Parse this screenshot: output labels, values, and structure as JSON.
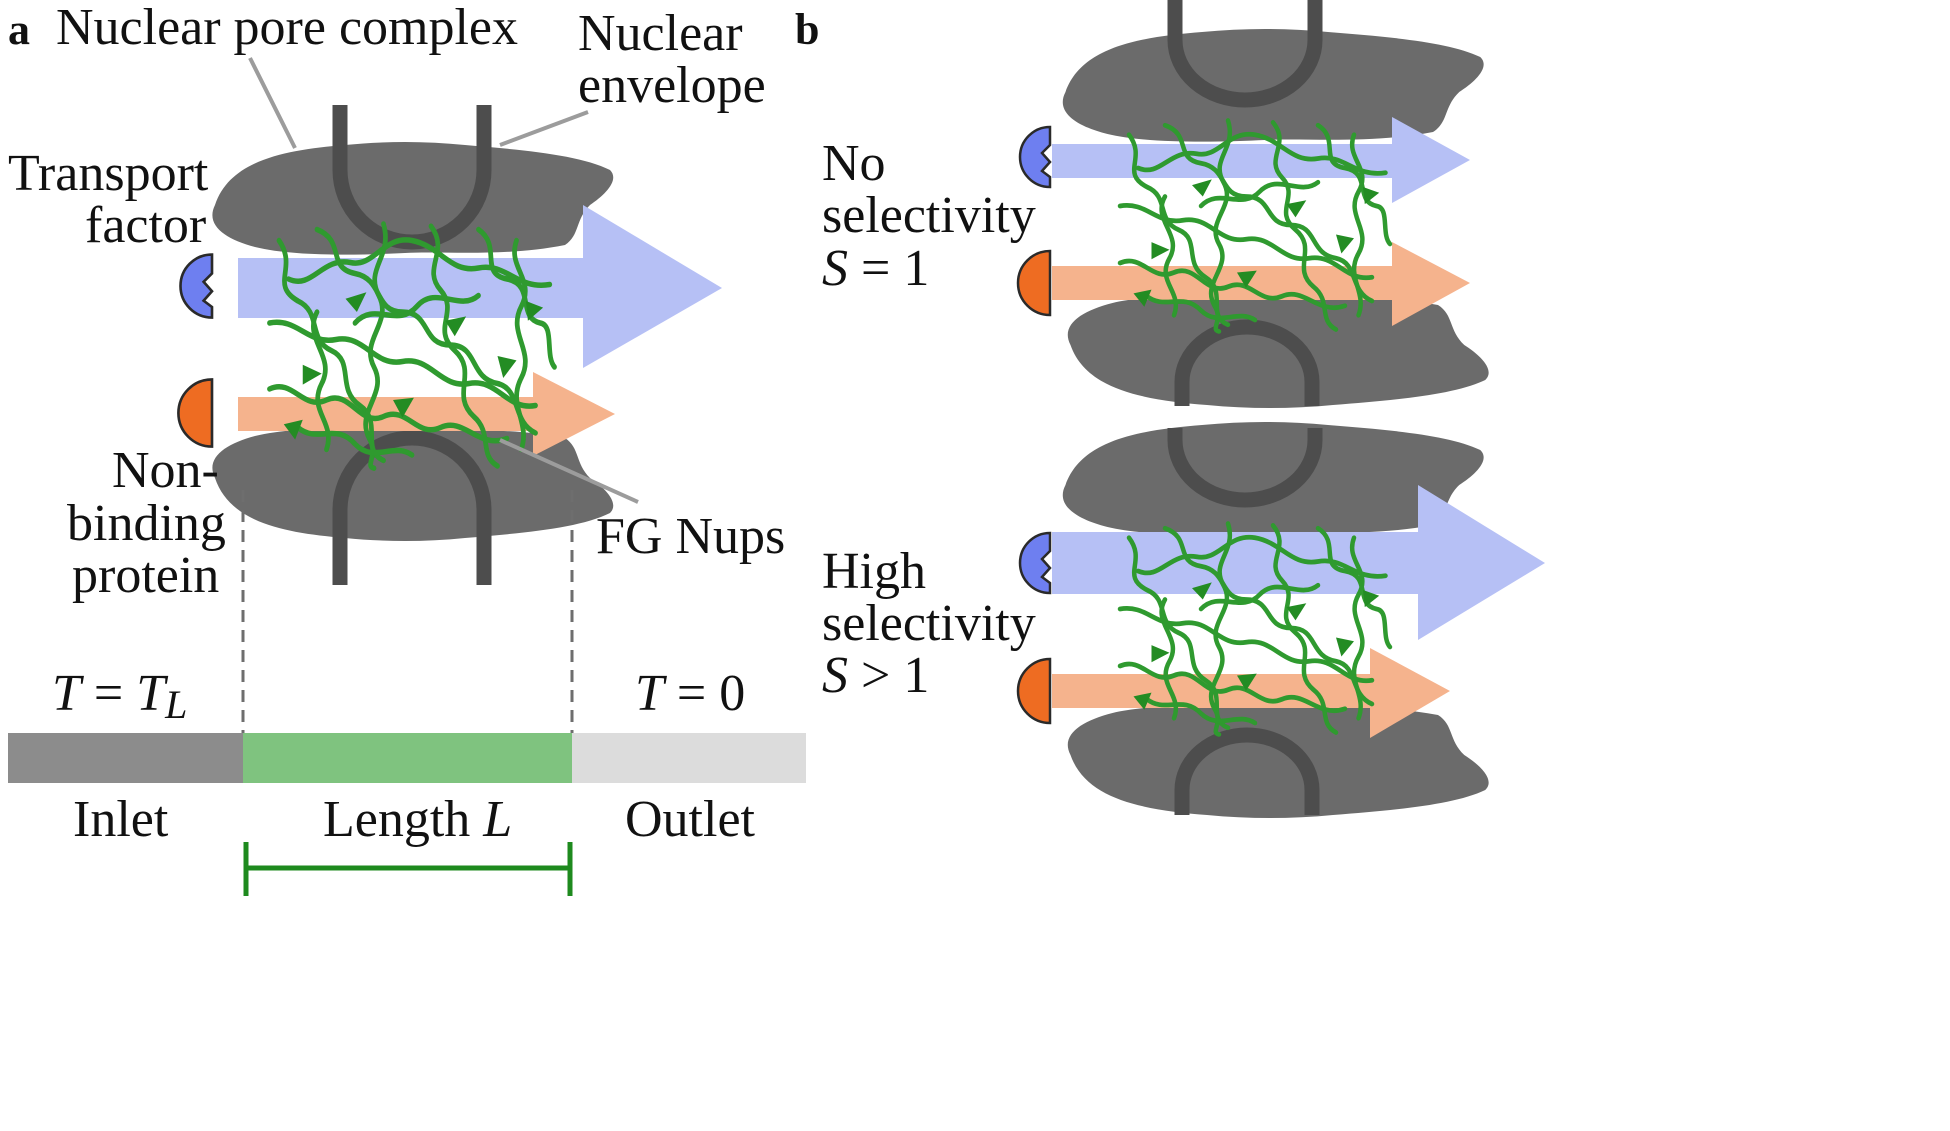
{
  "panel_a": {
    "letter": "a",
    "labels": {
      "nuclear_pore_complex": "Nuclear pore complex",
      "nuclear_envelope_1": "Nuclear",
      "nuclear_envelope_2": "envelope",
      "transport_factor_1": "Transport",
      "transport_factor_2": "factor",
      "non_binding_1": "Non-",
      "non_binding_2": "binding",
      "non_binding_3": "protein",
      "fg_nups": "FG Nups"
    },
    "boundary": {
      "inlet_condition": {
        "var": "T",
        "eq": " = ",
        "rhs": "T",
        "sub": "L"
      },
      "outlet_condition": {
        "var": "T",
        "eq": " = 0"
      },
      "inlet_label": "Inlet",
      "length_label": "Length ",
      "length_symbol": "L",
      "outlet_label": "Outlet"
    }
  },
  "panel_b": {
    "letter": "b",
    "no_selectivity": {
      "line1": "No",
      "line2": "selectivity",
      "symbol": "S",
      "relation": " = 1"
    },
    "high_selectivity": {
      "line1": "High",
      "line2": "selectivity",
      "symbol": "S",
      "relation": " > 1"
    }
  },
  "colors": {
    "membrane": "#6b6b6b",
    "envelope": "#4d4d4d",
    "transport_factor": "#6e7ff0",
    "transport_arrow": "#b6c0f5",
    "non_binding_protein": "#ee6c22",
    "non_binding_arrow": "#f5b38d",
    "fg_nups": "#2f9a2f",
    "inlet_bar": "#8c8c8c",
    "channel_bar": "#7fc37f",
    "outlet_bar": "#dcdcdc",
    "scale_bar": "#1e8a1e"
  },
  "icons": [
    "transport-factor-pacman",
    "non-binding-protein-ball",
    "fg-nup-mesh",
    "pore-membrane"
  ]
}
